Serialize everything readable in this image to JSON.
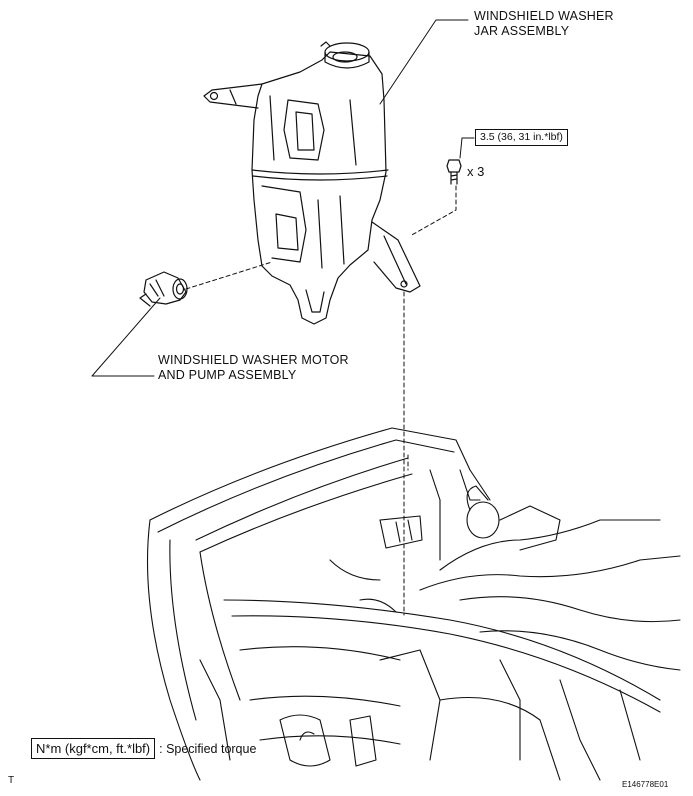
{
  "labels": {
    "jar_line1": "WINDSHIELD WASHER",
    "jar_line2": "JAR ASSEMBLY",
    "motor_line1": "WINDSHIELD WASHER MOTOR",
    "motor_line2": "AND PUMP ASSEMBLY",
    "bolt_torque": "3.5 (36, 31 in.*lbf)",
    "bolt_qty": "x 3"
  },
  "legend": {
    "unit_box": "N*m (kgf*cm, ft.*lbf)",
    "description": ": Specified torque"
  },
  "footer": {
    "left_code": "T",
    "figure_id": "E146778E01"
  }
}
